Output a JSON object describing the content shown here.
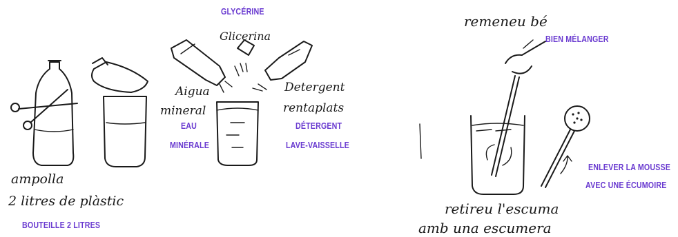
{
  "colors": {
    "label": "#6a3bd0",
    "ink": "#1a1a1a"
  },
  "left_panel": {
    "bottle": {
      "hand_line1": "ampolla",
      "hand_line2": "2 litres de plàstic",
      "label": "BOUTEILLE 2 LITRES"
    },
    "glycerin": {
      "label": "GLYCÉRINE",
      "hand": "Glicerina"
    },
    "water": {
      "hand_line1": "Aigua",
      "hand_line2": "mineral",
      "label_line1": "EAU",
      "label_line2": "MINÉRALE"
    },
    "detergent": {
      "hand_line1": "Detergent",
      "hand_line2": "rentaplats",
      "label_line1": "DÉTERGENT",
      "label_line2": "LAVE-VAISSELLE"
    }
  },
  "right_panel": {
    "mix": {
      "hand": "remeneu bé",
      "label": "BIEN MÉLANGER"
    },
    "skim": {
      "hand_line1": "retireu l'escuma",
      "hand_line2": "amb una escumera",
      "label_line1": "ENLEVER LA MOUSSE",
      "label_line2": "AVEC UNE ÉCUMOIRE"
    }
  }
}
